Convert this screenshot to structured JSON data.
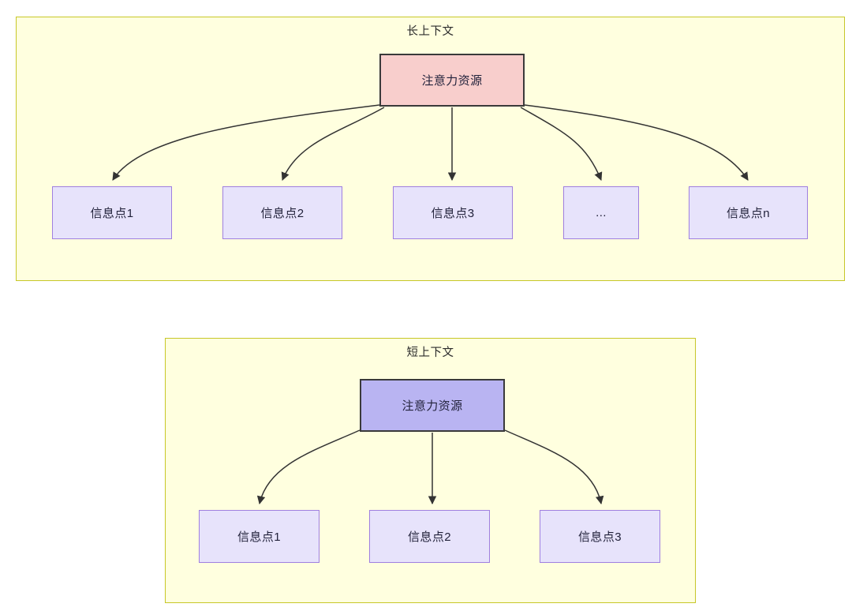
{
  "diagram": {
    "title_visible": false,
    "colors": {
      "panel_fill": "#ffffdf",
      "panel_border": "#c7c728",
      "attention_red_fill": "#f8cecc",
      "attention_purple_fill": "#b9b4f2",
      "attention_border": "#3a3a3a",
      "info_fill": "#e7e3fb",
      "info_border": "#9f7fe0",
      "edge_stroke": "#333333",
      "text": "#22223b"
    },
    "panels": [
      {
        "id": "long-context",
        "title": "长上下文",
        "root": {
          "label": "注意力资源",
          "style": "red"
        },
        "children": [
          {
            "label": "信息点1"
          },
          {
            "label": "信息点2"
          },
          {
            "label": "信息点3"
          },
          {
            "label": "..."
          },
          {
            "label": "信息点n"
          }
        ]
      },
      {
        "id": "short-context",
        "title": "短上下文",
        "root": {
          "label": "注意力资源",
          "style": "purple"
        },
        "children": [
          {
            "label": "信息点1"
          },
          {
            "label": "信息点2"
          },
          {
            "label": "信息点3"
          }
        ]
      }
    ]
  }
}
